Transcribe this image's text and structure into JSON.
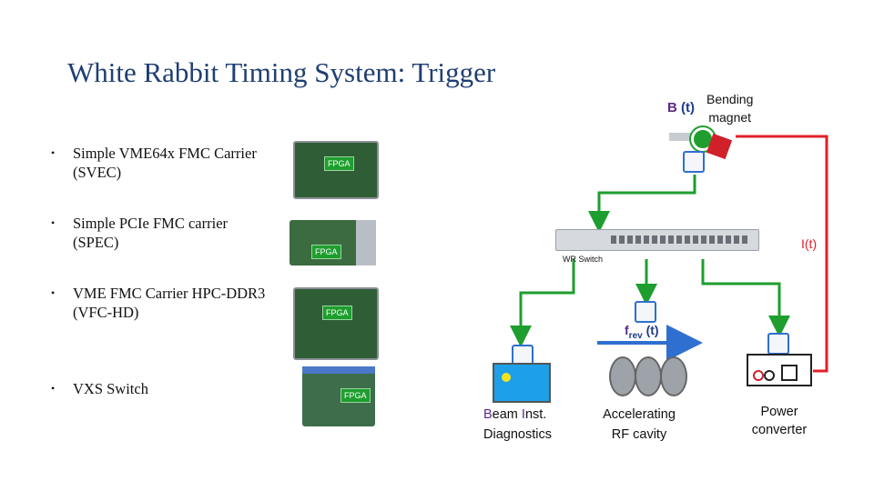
{
  "title": "White Rabbit Timing System: Trigger",
  "bullets": [
    {
      "line1": "Simple VME64x FMC Carrier",
      "line2": "(SVEC)"
    },
    {
      "line1": "Simple PCIe FMC carrier",
      "line2": "(SPEC)"
    },
    {
      "line1": "VME FMC Carrier HPC-DDR3",
      "line2": "(VFC-HD)"
    },
    {
      "line1": "VXS  Switch",
      "line2": ""
    }
  ],
  "fpga_label": "FPGA",
  "diagram": {
    "b_field": {
      "letter": "B",
      "suffix": " (t)"
    },
    "bending_magnet": {
      "line1": "Bending",
      "line2": "magnet"
    },
    "current_label": "I(t)",
    "wr_switch_label": "WR Switch",
    "frev": {
      "f": "f",
      "sub": "rev",
      "suffix": " (t)"
    },
    "beam_inst": {
      "b": "B",
      "eam": "eam ",
      "i": "I",
      "nst": "nst.",
      "line2": "Diagnostics"
    },
    "rf_cavity": {
      "line1": "Accelerating",
      "line2": "RF cavity"
    },
    "power_converter": {
      "line1": "Power",
      "line2": "converter"
    }
  },
  "colors": {
    "title": "#1f3f73",
    "green_link": "#1e9e2e",
    "red_link": "#e0202a",
    "blue_text": "#1e3a8c",
    "purple_letter": "#5b2a86",
    "fpga_green": "#1e9e2e",
    "board_green": "#2f5e36"
  }
}
